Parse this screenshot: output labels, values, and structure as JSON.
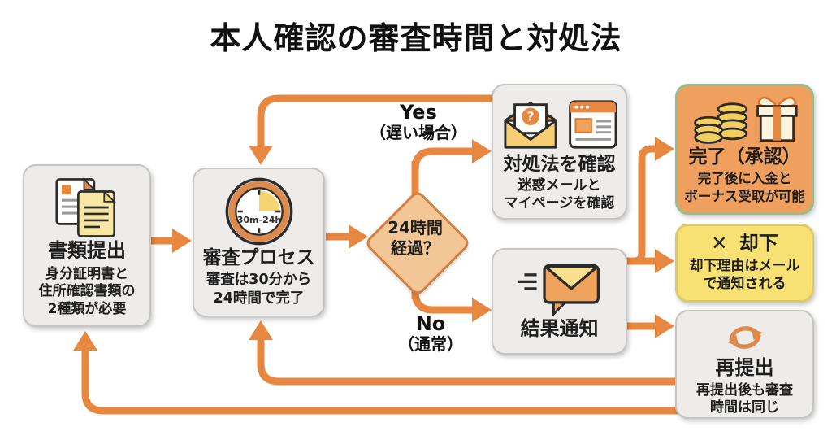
{
  "title": "本人確認の審査時間と対処法",
  "colors": {
    "arrow": "#E8873F",
    "node_bg": "#EDECEA",
    "node_border": "#C5C5C3",
    "diamond_bg": "#F3C795",
    "diamond_border": "#D08040",
    "complete_bg": "#EFA05F",
    "complete_border": "#95BE8D",
    "reject_bg": "#F7E172",
    "reject_border": "#DBCA6B",
    "coin_yellow": "#F2CE5E",
    "doc_yellow": "#F7E7A3"
  },
  "nodes": {
    "submit": {
      "icon": "documents-icon",
      "title": "書類提出",
      "desc_lines": [
        "身分証明書と",
        "住所確認書類の",
        "2種類が必要"
      ]
    },
    "process": {
      "icon": "clock-icon",
      "clock_label": "30m-24h",
      "title": "審査プロセス",
      "desc_lines": [
        "審査は30分から",
        "24時間で完了"
      ]
    },
    "decision": {
      "lines": [
        "24時間",
        "経過？"
      ]
    },
    "remedy": {
      "icons": [
        "mail-question-icon",
        "browser-icon"
      ],
      "title": "対処法を確認",
      "desc_lines": [
        "迷惑メールと",
        "マイページを確認"
      ]
    },
    "result": {
      "icon": "send-mail-icon",
      "title": "結果通知"
    },
    "complete": {
      "icons": [
        "coins-icon",
        "gift-icon"
      ],
      "title": "完了（承認）",
      "desc_lines": [
        "完了後に入金と",
        "ボーナス受取が可能"
      ]
    },
    "reject": {
      "x_mark": "✕",
      "title": "却下",
      "desc_lines": [
        "却下理由はメール",
        "で通知される"
      ]
    },
    "resubmit": {
      "icon": "cycle-icon",
      "title": "再提出",
      "desc_lines": [
        "再提出後も審査",
        "時間は同じ"
      ]
    }
  },
  "labels": {
    "yes": {
      "line1": "Yes",
      "line2": "（遅い場合）"
    },
    "no": {
      "line1": "No",
      "line2": "（通常）"
    }
  }
}
